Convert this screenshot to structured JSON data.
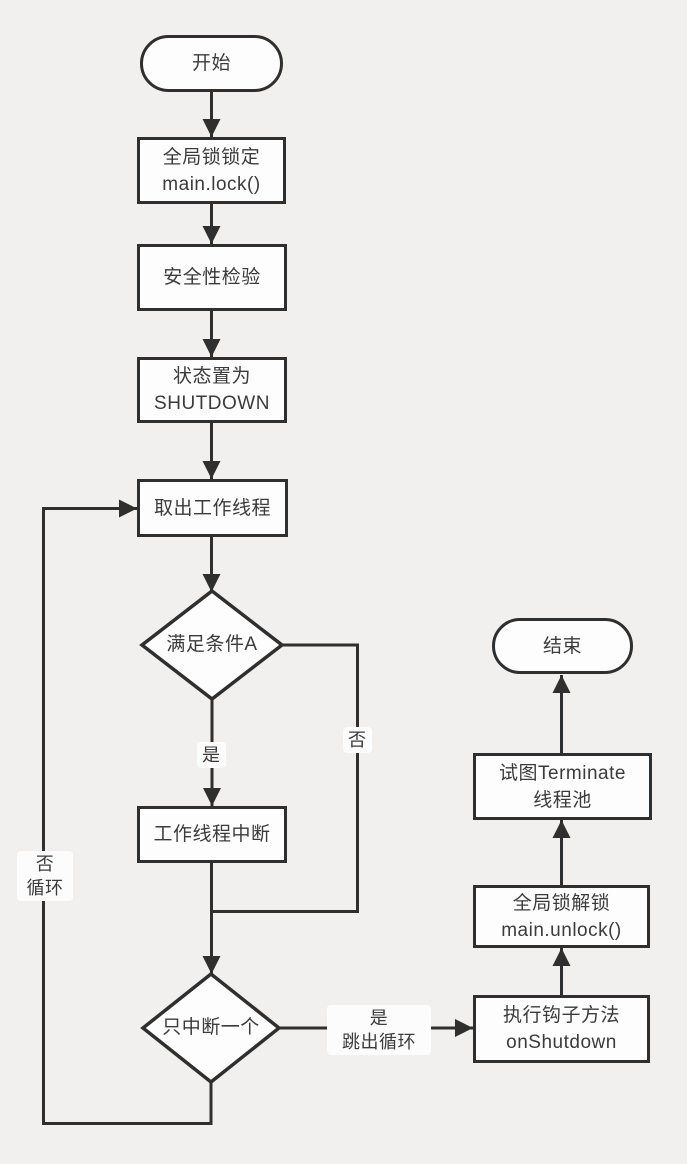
{
  "diagram": {
    "type": "flowchart",
    "colors": {
      "background": "#f1f0ee",
      "line": "#2f2f2f",
      "node_fill": "#fdfdfd",
      "text": "#3b3b3b"
    },
    "nodes": {
      "start": {
        "label": "开始",
        "shape": "terminal"
      },
      "lock": {
        "line1": "全局锁锁定",
        "line2": "main.lock()",
        "shape": "process"
      },
      "safety": {
        "label": "安全性检验",
        "shape": "process"
      },
      "state": {
        "line1": "状态置为",
        "line2": "SHUTDOWN",
        "shape": "process"
      },
      "fetch": {
        "label": "取出工作线程",
        "shape": "process"
      },
      "cond_a": {
        "label": "满足条件A",
        "shape": "decision"
      },
      "interrupt": {
        "label": "工作线程中断",
        "shape": "process"
      },
      "only_one": {
        "label": "只中断一个",
        "shape": "decision"
      },
      "hook": {
        "line1": "执行钩子方法",
        "line2": "onShutdown",
        "shape": "process"
      },
      "unlock": {
        "line1": "全局锁解锁",
        "line2": "main.unlock()",
        "shape": "process"
      },
      "terminate": {
        "line1": "试图Terminate",
        "line2": "线程池",
        "shape": "process"
      },
      "end": {
        "label": "结束",
        "shape": "terminal"
      }
    },
    "edge_labels": {
      "yes1": "是",
      "no1": "否",
      "no_loop_line1": "否",
      "no_loop_line2": "循环",
      "yes_break_line1": "是",
      "yes_break_line2": "跳出循环"
    }
  }
}
